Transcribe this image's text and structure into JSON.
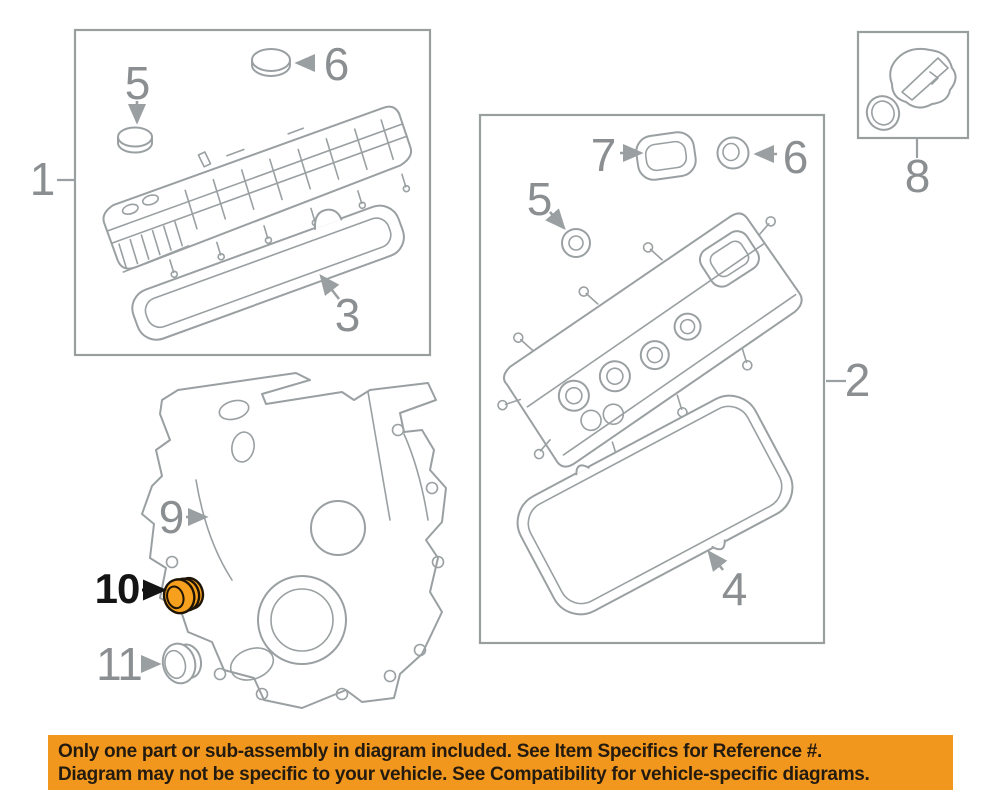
{
  "colors": {
    "canvas-bg": "#ffffff",
    "line-gray": "#9aa0a2",
    "panel-border": "#999e9f",
    "label-gray": "#8b8f91",
    "label-black": "#141414",
    "part-orange": "#F6A01E",
    "part-orange-outline": "#1d1405",
    "banner-bg": "#F2971D",
    "banner-text": "#241b10"
  },
  "diagram": {
    "panels": [
      {
        "id": "panel-valve-cover-left"
      },
      {
        "id": "panel-valve-cover-right"
      },
      {
        "id": "panel-oil-filler-cap"
      }
    ],
    "callouts": [
      {
        "number": "1",
        "target": "left-valve-cover-assembly",
        "highlighted": false
      },
      {
        "number": "5",
        "target": "tube-seal-left",
        "highlighted": false
      },
      {
        "number": "6",
        "target": "oval-seal-left",
        "highlighted": false
      },
      {
        "number": "3",
        "target": "left-valve-cover-gasket",
        "highlighted": false
      },
      {
        "number": "7",
        "target": "oval-gasket-right",
        "highlighted": false
      },
      {
        "number": "6",
        "target": "round-seal-right",
        "highlighted": false
      },
      {
        "number": "5",
        "target": "tube-seal-right",
        "highlighted": false
      },
      {
        "number": "2",
        "target": "right-valve-cover-assembly",
        "highlighted": false
      },
      {
        "number": "8",
        "target": "oil-filler-cap",
        "highlighted": false
      },
      {
        "number": "4",
        "target": "right-valve-cover-gasket",
        "highlighted": false
      },
      {
        "number": "9",
        "target": "timing-cover",
        "highlighted": false
      },
      {
        "number": "10",
        "target": "crankshaft-front-seal",
        "highlighted": true
      },
      {
        "number": "11",
        "target": "seal-cup",
        "highlighted": false
      }
    ]
  },
  "banner": {
    "line1": "Only one part or sub-assembly in diagram included. See Item Specifics for Reference #.",
    "line2": "Diagram may not be specific to your vehicle. See Compatibility for vehicle-specific diagrams."
  }
}
